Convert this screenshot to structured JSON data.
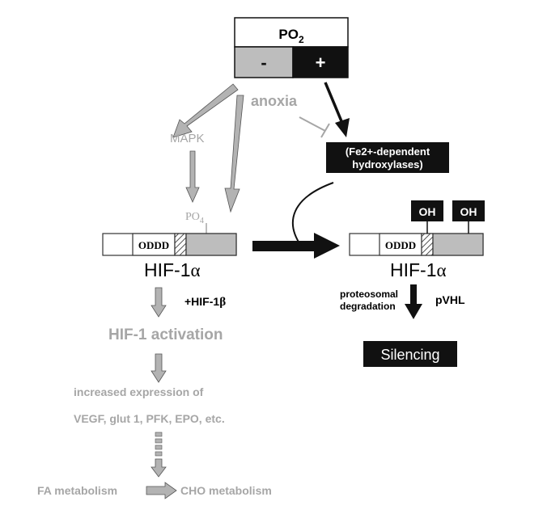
{
  "po2": {
    "label_main": "PO",
    "label_sub": "2",
    "minus": "-",
    "plus": "+"
  },
  "anoxia": "anoxia",
  "mapk": "MAPK",
  "po4": {
    "main": "PO",
    "sub": "4"
  },
  "hydroxylases": {
    "line1": "(Fe2+-dependent",
    "line2": "hydroxylases)"
  },
  "left_protein": {
    "domain": "ODDD",
    "name_main": "HIF-1",
    "name_greek": "α"
  },
  "right_protein": {
    "domain": "ODDD",
    "oh_left": "OH",
    "oh_right": "OH",
    "name_main": "HIF-1",
    "name_greek": "α"
  },
  "hif1b": {
    "main": "+HIF-1",
    "greek": "β"
  },
  "activation": "HIF-1 activation",
  "expression": {
    "line1": "increased expression of",
    "line2": "VEGF, glut 1, PFK, EPO, etc."
  },
  "metabolism": {
    "left": "FA metabolism",
    "right": "CHO metabolism"
  },
  "degradation": {
    "line1": "proteosomal",
    "line2": "degradation"
  },
  "pvhl": "pVHL",
  "silencing": "Silencing",
  "colors": {
    "black": "#111111",
    "gray_text": "#a6a6a6",
    "gray_fill": "#bdbdbd",
    "arrow_gray": "#b3b3b3"
  }
}
